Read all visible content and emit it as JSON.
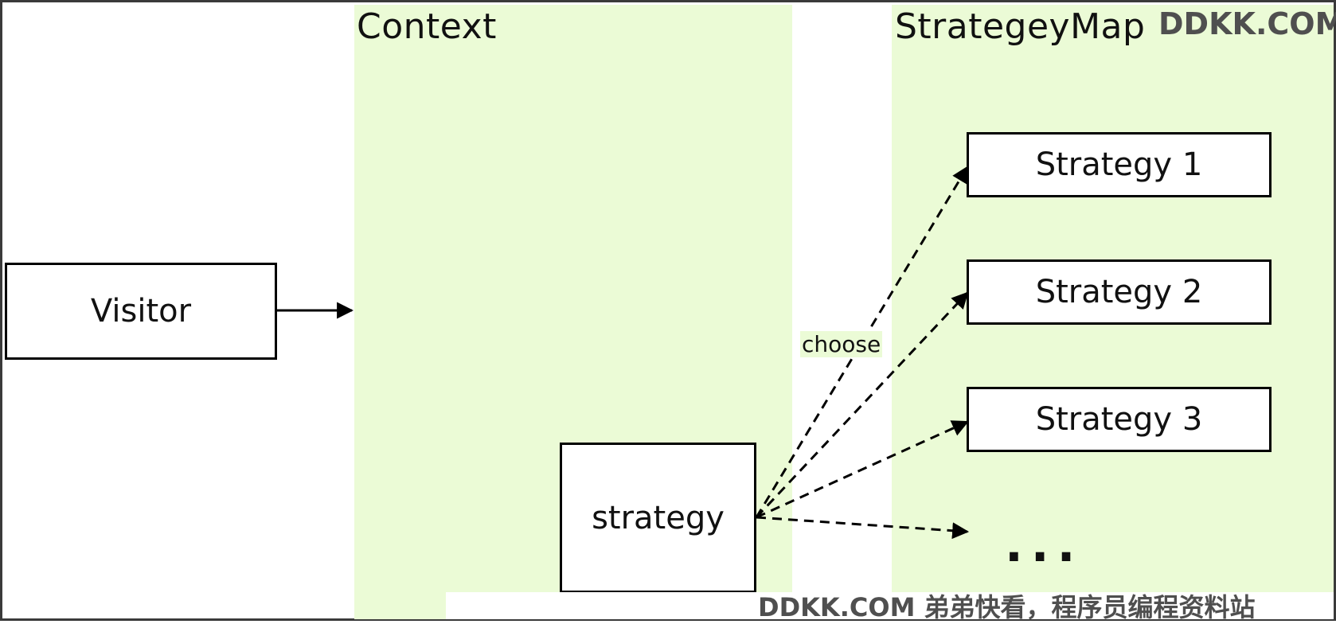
{
  "regions": {
    "context": {
      "title": "Context"
    },
    "strategy_map": {
      "title": "StrategeyMap"
    }
  },
  "nodes": {
    "visitor": "Visitor",
    "strategy": "strategy",
    "strategy_1": "Strategy 1",
    "strategy_2": "Strategy 2",
    "strategy_3": "Strategy 3",
    "more": "..."
  },
  "edge_labels": {
    "choose": "choose"
  },
  "watermarks": {
    "top_right": "DDKK.COM",
    "bottom": "DDKK.COM 弟弟快看，程序员编程资料站"
  },
  "colors": {
    "region_fill": "#ebfbd6",
    "stroke": "#000000"
  }
}
